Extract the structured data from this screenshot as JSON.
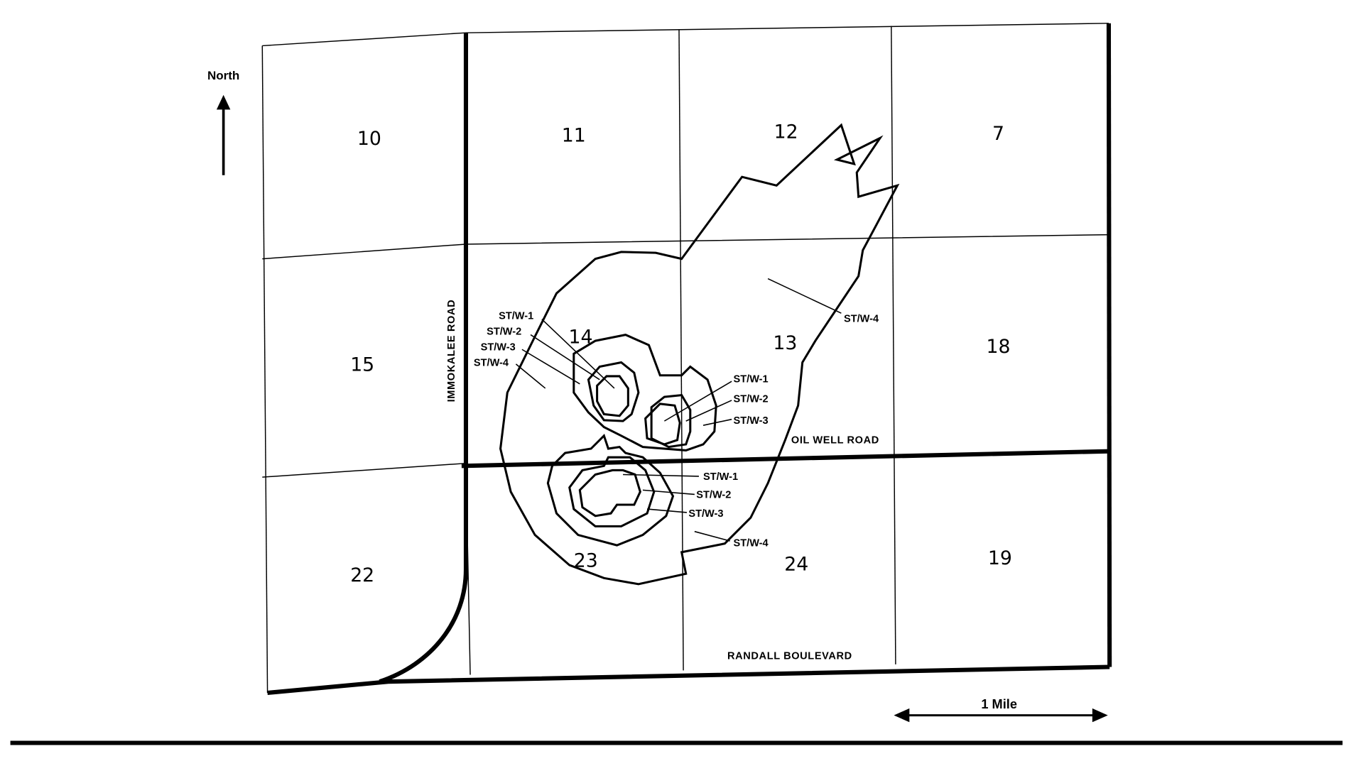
{
  "map": {
    "north_label": "North",
    "scale_label": "1 Mile",
    "sections": [
      "10",
      "11",
      "12",
      "7",
      "15",
      "14",
      "13",
      "18",
      "22",
      "23",
      "24",
      "19"
    ],
    "roads": {
      "immokalee": "IMMOKALEE  ROAD",
      "oil_well": "OIL  WELL  ROAD",
      "randall": "RANDALL   BOULEVARD"
    },
    "plume_labels": {
      "nw": [
        "ST/W-1",
        "ST/W-2",
        "ST/W-3",
        "ST/W-4"
      ],
      "ne": "ST/W-4",
      "center": [
        "ST/W-1",
        "ST/W-2",
        "ST/W-3"
      ],
      "south": [
        "ST/W-1",
        "ST/W-2",
        "ST/W-3",
        "ST/W-4"
      ]
    }
  }
}
